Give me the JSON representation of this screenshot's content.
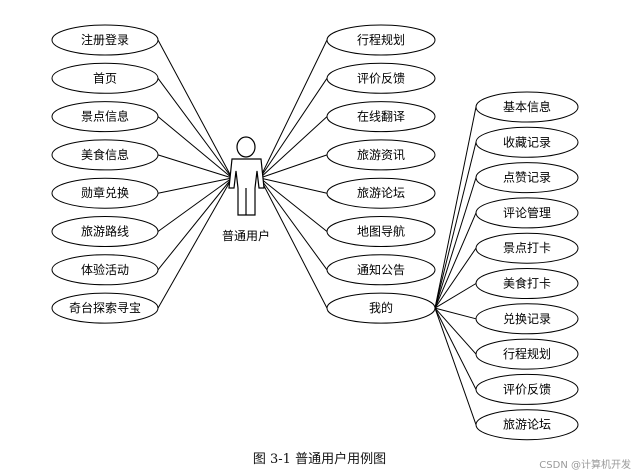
{
  "actor": {
    "label": "普通用户"
  },
  "left_cases": [
    "注册登录",
    "首页",
    "景点信息",
    "美食信息",
    "勋章兑换",
    "旅游路线",
    "体验活动",
    "奇台探索寻宝"
  ],
  "middle_cases": [
    "行程规划",
    "评价反馈",
    "在线翻译",
    "旅游资讯",
    "旅游论坛",
    "地图导航",
    "通知公告",
    "我的"
  ],
  "sub_cases": [
    "基本信息",
    "收藏记录",
    "点赞记录",
    "评论管理",
    "景点打卡",
    "美食打卡",
    "兑换记录",
    "行程规划",
    "评价反馈",
    "旅游论坛"
  ],
  "caption": "图 3-1  普通用户用例图",
  "watermark": "CSDN @计算机开发"
}
